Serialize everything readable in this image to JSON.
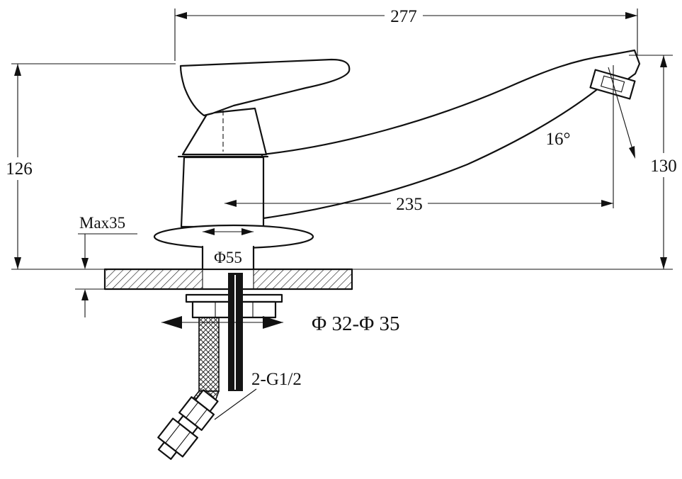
{
  "drawing": {
    "colors": {
      "background": "#ffffff",
      "line": "#111111"
    },
    "labels": {
      "overall_width": "277",
      "left_height": "126",
      "spout_height": "130",
      "spout_reach": "235",
      "spout_angle": "16°",
      "max_deck_thickness": "Max35",
      "base_diameter": "Φ55",
      "mounting_hole_range": "Φ 32-Φ 35",
      "supply_thread": "2-G1/2"
    }
  }
}
